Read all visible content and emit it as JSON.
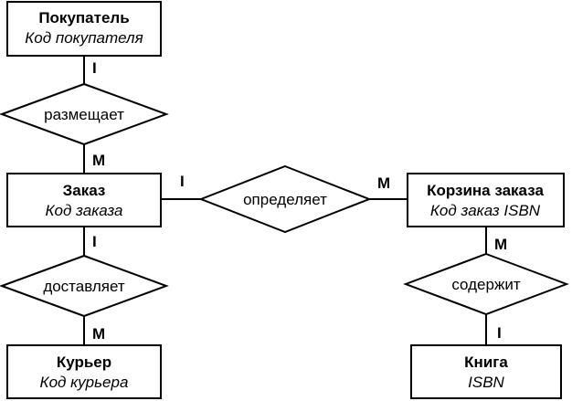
{
  "entities": {
    "customer": {
      "name": "Покупатель",
      "key": "Код покупателя"
    },
    "order": {
      "name": "Заказ",
      "key": "Код заказа"
    },
    "cart": {
      "name": "Корзина заказа",
      "key": "Код заказ ISBN"
    },
    "courier": {
      "name": "Курьер",
      "key": "Код курьера"
    },
    "book": {
      "name": "Книга",
      "key": "ISBN"
    }
  },
  "relationships": {
    "places": {
      "label": "размещает"
    },
    "defines": {
      "label": "определяет"
    },
    "delivers": {
      "label": "доставляет"
    },
    "contains": {
      "label": "содержит"
    }
  },
  "cardinalities": {
    "customer_places": "I",
    "places_order": "M",
    "order_defines": "I",
    "defines_cart": "M",
    "order_delivers": "I",
    "delivers_courier": "M",
    "cart_contains": "M",
    "contains_book": "I"
  }
}
